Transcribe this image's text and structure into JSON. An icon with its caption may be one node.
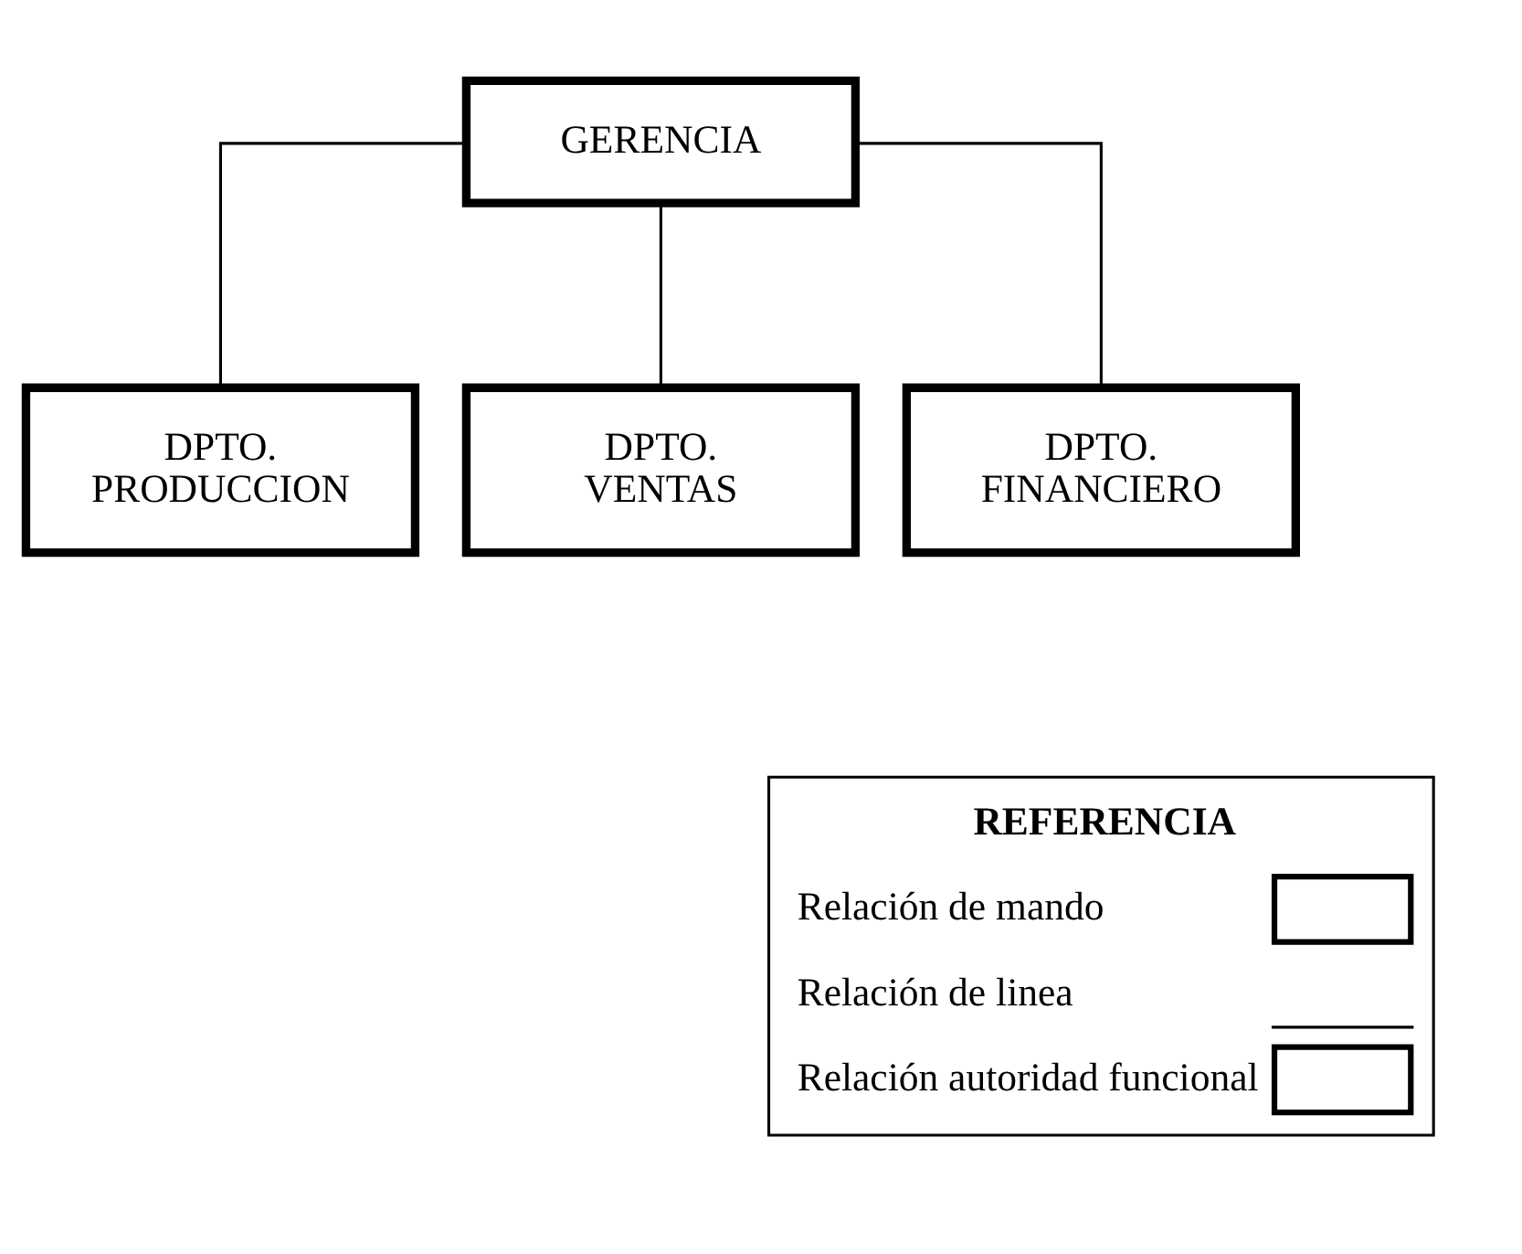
{
  "diagram": {
    "nodes": [
      {
        "text": [
          "GERENCIA"
        ]
      },
      {
        "text": [
          "DPTO.",
          "PRODUCCION"
        ]
      },
      {
        "text": [
          "DPTO.",
          "VENTAS"
        ]
      },
      {
        "text": [
          "DPTO.",
          "FINANCIERO"
        ]
      }
    ],
    "edges": [
      {
        "from": 0,
        "to": 1,
        "arrow": "none"
      },
      {
        "from": 0,
        "to": 2,
        "arrow": "none"
      },
      {
        "from": 0,
        "to": 3,
        "arrow": "none"
      }
    ],
    "labels": [
      "REFERENCIA"
    ],
    "legend": [
      {
        "text": "Relación de mando"
      },
      {
        "text": "Relación de linea"
      },
      {
        "text": "Relación autoridad funcional"
      }
    ]
  }
}
